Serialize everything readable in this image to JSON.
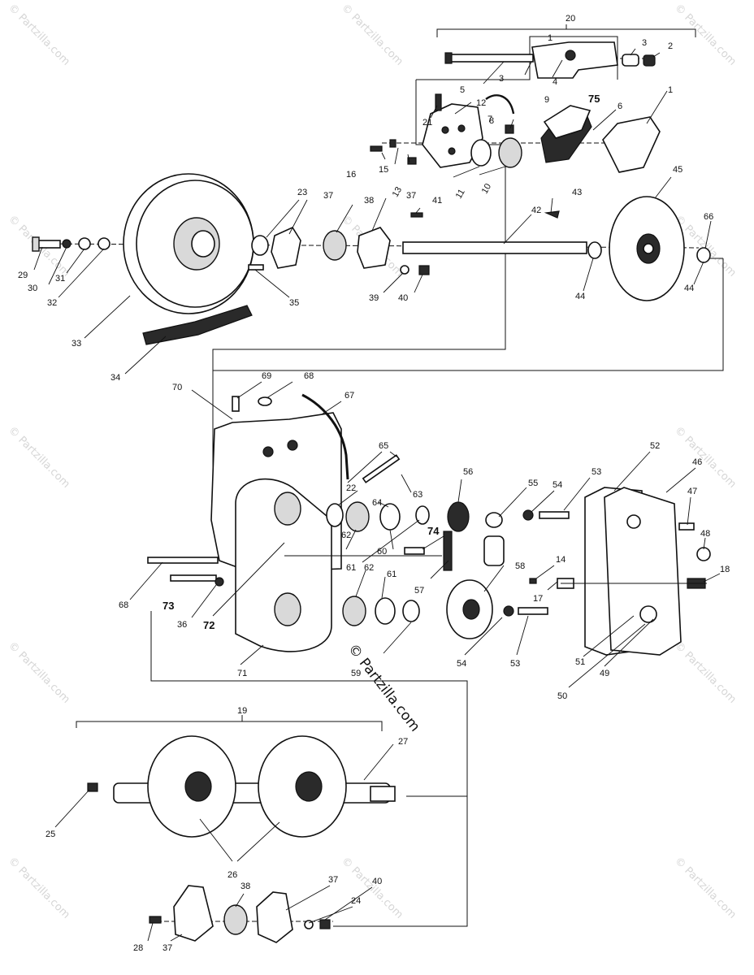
{
  "watermarks": {
    "corner_text": "© Partzilla.com",
    "main_text": "© Partzilla.com"
  },
  "callouts": [
    {
      "id": "20",
      "text": "20"
    },
    {
      "id": "1a",
      "text": "1"
    },
    {
      "id": "3a",
      "text": "3"
    },
    {
      "id": "2",
      "text": "2"
    },
    {
      "id": "5",
      "text": "5"
    },
    {
      "id": "3b",
      "text": "3"
    },
    {
      "id": "4",
      "text": "4"
    },
    {
      "id": "1b",
      "text": "1"
    },
    {
      "id": "12",
      "text": "12"
    },
    {
      "id": "75",
      "text": "75"
    },
    {
      "id": "6",
      "text": "6"
    },
    {
      "id": "21",
      "text": "21"
    },
    {
      "id": "7",
      "text": "7"
    },
    {
      "id": "9",
      "text": "9"
    },
    {
      "id": "8",
      "text": "8"
    },
    {
      "id": "16",
      "text": "16"
    },
    {
      "id": "15",
      "text": "15"
    },
    {
      "id": "13",
      "text": "13"
    },
    {
      "id": "11",
      "text": "11"
    },
    {
      "id": "10",
      "text": "10"
    },
    {
      "id": "45",
      "text": "45"
    },
    {
      "id": "23",
      "text": "23"
    },
    {
      "id": "37a",
      "text": "37"
    },
    {
      "id": "38a",
      "text": "38"
    },
    {
      "id": "37b",
      "text": "37"
    },
    {
      "id": "41",
      "text": "41"
    },
    {
      "id": "43",
      "text": "43"
    },
    {
      "id": "42",
      "text": "42"
    },
    {
      "id": "66",
      "text": "66"
    },
    {
      "id": "29",
      "text": "29"
    },
    {
      "id": "30",
      "text": "30"
    },
    {
      "id": "31",
      "text": "31"
    },
    {
      "id": "32",
      "text": "32"
    },
    {
      "id": "35",
      "text": "35"
    },
    {
      "id": "39",
      "text": "39"
    },
    {
      "id": "40a",
      "text": "40"
    },
    {
      "id": "44a",
      "text": "44"
    },
    {
      "id": "44b",
      "text": "44"
    },
    {
      "id": "33",
      "text": "33"
    },
    {
      "id": "34",
      "text": "34"
    },
    {
      "id": "70",
      "text": "70"
    },
    {
      "id": "69",
      "text": "69"
    },
    {
      "id": "68a",
      "text": "68"
    },
    {
      "id": "67",
      "text": "67"
    },
    {
      "id": "65",
      "text": "65"
    },
    {
      "id": "52",
      "text": "52"
    },
    {
      "id": "46",
      "text": "46"
    },
    {
      "id": "56",
      "text": "56"
    },
    {
      "id": "55",
      "text": "55"
    },
    {
      "id": "54a",
      "text": "54"
    },
    {
      "id": "53a",
      "text": "53"
    },
    {
      "id": "22",
      "text": "22"
    },
    {
      "id": "63",
      "text": "63"
    },
    {
      "id": "64",
      "text": "64"
    },
    {
      "id": "47",
      "text": "47"
    },
    {
      "id": "48",
      "text": "48"
    },
    {
      "id": "74",
      "text": "74"
    },
    {
      "id": "62a",
      "text": "62"
    },
    {
      "id": "60",
      "text": "60"
    },
    {
      "id": "61a",
      "text": "61"
    },
    {
      "id": "14",
      "text": "14"
    },
    {
      "id": "58",
      "text": "58"
    },
    {
      "id": "18",
      "text": "18"
    },
    {
      "id": "68b",
      "text": "68"
    },
    {
      "id": "73",
      "text": "73"
    },
    {
      "id": "36",
      "text": "36"
    },
    {
      "id": "72",
      "text": "72"
    },
    {
      "id": "62b",
      "text": "62"
    },
    {
      "id": "61b",
      "text": "61"
    },
    {
      "id": "57",
      "text": "57"
    },
    {
      "id": "17",
      "text": "17"
    },
    {
      "id": "54b",
      "text": "54"
    },
    {
      "id": "53b",
      "text": "53"
    },
    {
      "id": "51",
      "text": "51"
    },
    {
      "id": "49",
      "text": "49"
    },
    {
      "id": "71",
      "text": "71"
    },
    {
      "id": "59",
      "text": "59"
    },
    {
      "id": "50",
      "text": "50"
    },
    {
      "id": "19",
      "text": "19"
    },
    {
      "id": "27",
      "text": "27"
    },
    {
      "id": "25",
      "text": "25"
    },
    {
      "id": "26",
      "text": "26"
    },
    {
      "id": "38b",
      "text": "38"
    },
    {
      "id": "37c",
      "text": "37"
    },
    {
      "id": "24",
      "text": "24"
    },
    {
      "id": "40b",
      "text": "40"
    },
    {
      "id": "28",
      "text": "28"
    },
    {
      "id": "37d",
      "text": "37"
    }
  ]
}
